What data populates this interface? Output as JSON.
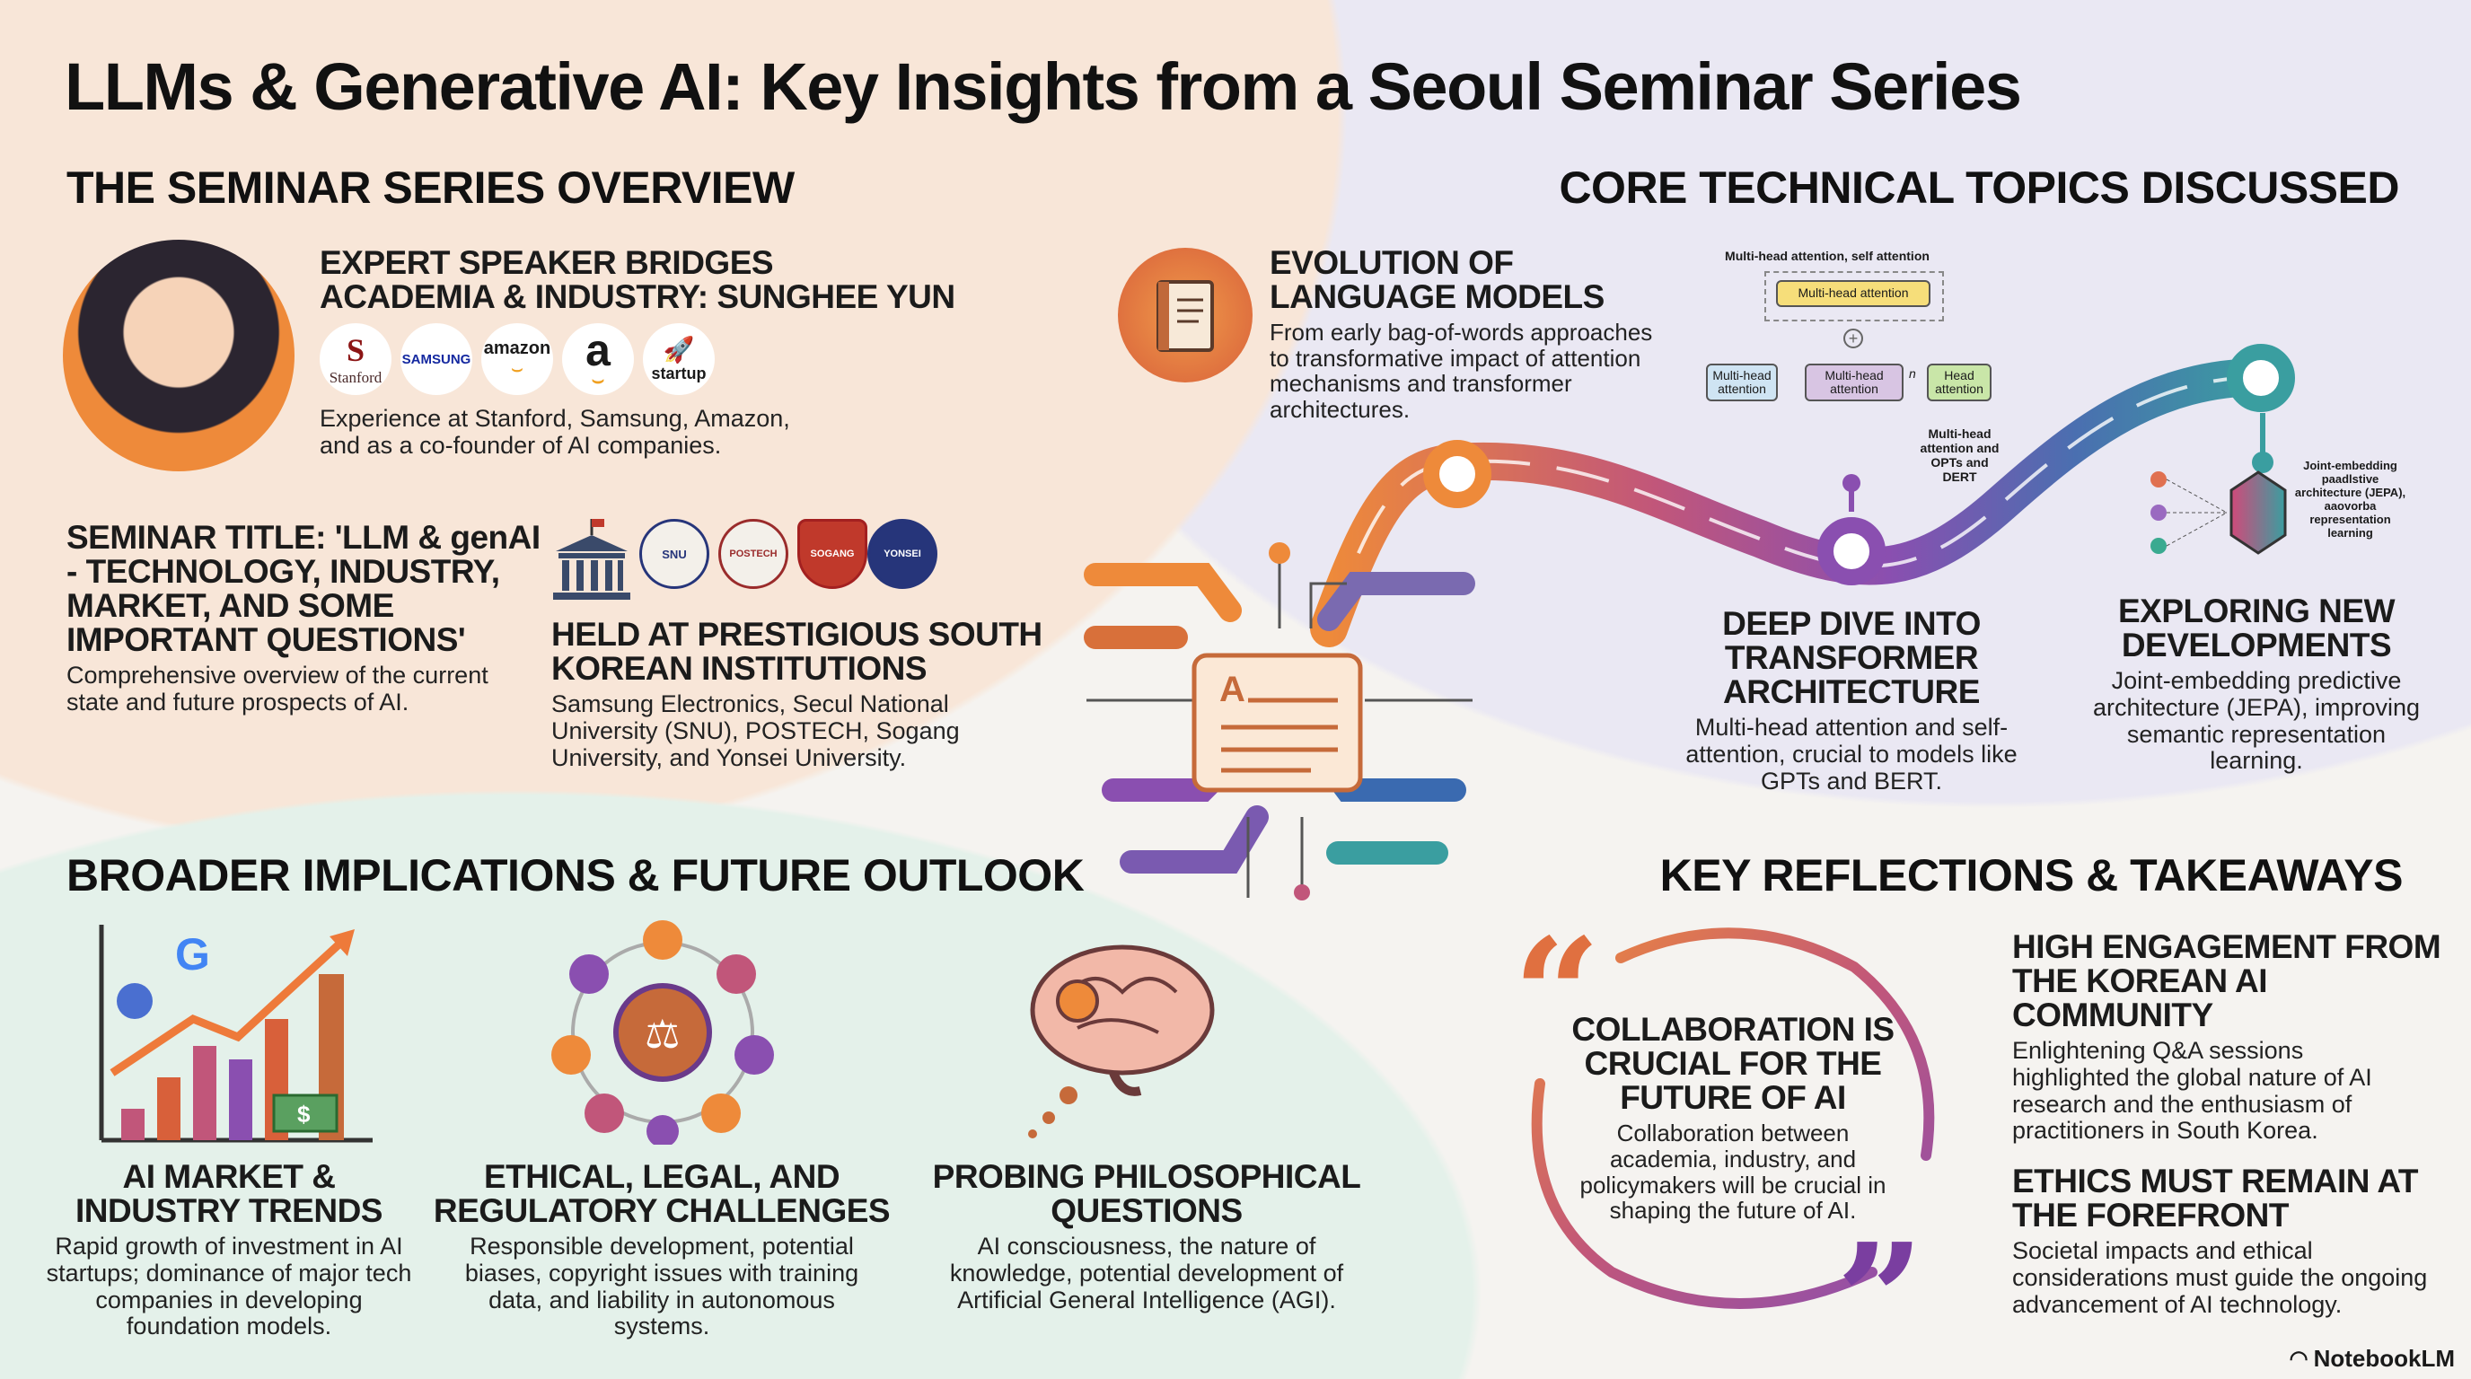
{
  "title": "LLMs & Generative AI: Key Insights from a Seoul Seminar Series",
  "overview": {
    "heading": "THE SEMINAR SERIES OVERVIEW",
    "speaker": {
      "heading_line1": "EXPERT SPEAKER BRIDGES",
      "heading_line2": "ACADEMIA & INDUSTRY: SUNGHEE YUN",
      "logos": [
        "Stanford",
        "SAMSUNG",
        "amazon",
        "a",
        "startup"
      ],
      "text": "Experience at Stanford, Samsung, Amazon, and as a co-founder of AI companies."
    },
    "seminar": {
      "heading": "SEMINAR TITLE: 'LLM & genAI - TECHNOLOGY, INDUSTRY, MARKET, AND SOME IMPORTANT QUESTIONS'",
      "text": "Comprehensive overview of the current state and future prospects of AI."
    },
    "venue": {
      "heading": "HELD AT PRESTIGIOUS SOUTH KOREAN INSTITUTIONS",
      "text": "Samsung Electronics, Secul National University (SNU), POSTECH, Sogang University, and Yonsei University.",
      "seals": [
        "SNU",
        "POSTECH",
        "SOGANG",
        "YONSEI"
      ]
    }
  },
  "core": {
    "heading": "CORE TECHNICAL TOPICS DISCUSSED",
    "evolution": {
      "heading": "EVOLUTION OF LANGUAGE MODELS",
      "text": "From early bag-of-words approaches to transformative impact of attention mechanisms and transformer architectures."
    },
    "diagram": {
      "title": "Multi-head attention, self attention",
      "top": "Multi-head attention",
      "left": "Multi-head attention",
      "middle": "Multi-head attention",
      "n": "n",
      "right": "Head attention",
      "caption": "Multi-head attention and OPTs and DERT"
    },
    "transformer": {
      "heading": "DEEP DIVE INTO TRANSFORMER ARCHITECTURE",
      "text": "Multi-head attention and self-attention, crucial to models like GPTs and BERT."
    },
    "jepa_caption": "Joint-embedding paadlstive architecture (JEPA), aaovorba representation learning",
    "new_dev": {
      "heading": "EXPLORING NEW DEVELOPMENTS",
      "text": "Joint-embedding predictive architecture (JEPA), improving semantic representation learning."
    },
    "chip_letter": "A"
  },
  "implications": {
    "heading": "BROADER IMPLICATIONS & FUTURE OUTLOOK",
    "items": [
      {
        "heading": "AI MARKET & INDUSTRY TRENDS",
        "text": "Rapid growth of investment in AI startups; dominance of major tech companies in developing foundation models."
      },
      {
        "heading": "ETHICAL, LEGAL, AND REGULATORY CHALLENGES",
        "text": "Responsible development, potential biases, copyright issues with training data, and liability in autonomous systems."
      },
      {
        "heading": "PROBING PHILOSOPHICAL QUESTIONS",
        "text": "AI consciousness, the nature of knowledge, potential development of Artificial General Intelligence (AGI)."
      }
    ]
  },
  "reflections": {
    "heading": "KEY REFLECTIONS & TAKEAWAYS",
    "quote": {
      "heading": "COLLABORATION IS CRUCIAL FOR THE FUTURE OF AI",
      "text": "Collaboration between academia, industry, and policymakers will be crucial in shaping the future of AI."
    },
    "items": [
      {
        "heading": "HIGH ENGAGEMENT FROM THE KOREAN AI COMMUNITY",
        "text": "Enlightening Q&A sessions highlighted the global nature of AI research and the enthusiasm of practitioners in South Korea."
      },
      {
        "heading": "ETHICS MUST REMAIN AT THE FOREFRONT",
        "text": "Societal impacts and ethical considerations must guide the ongoing advancement of AI technology."
      }
    ]
  },
  "brand": "NotebookLM",
  "colors": {
    "peach": "#f8e6d8",
    "lavender": "#eae8f3",
    "mint": "#e4f1ea",
    "orange": "#ee8a3a",
    "purple": "#8a4fb0",
    "teal": "#3a9ea0"
  }
}
